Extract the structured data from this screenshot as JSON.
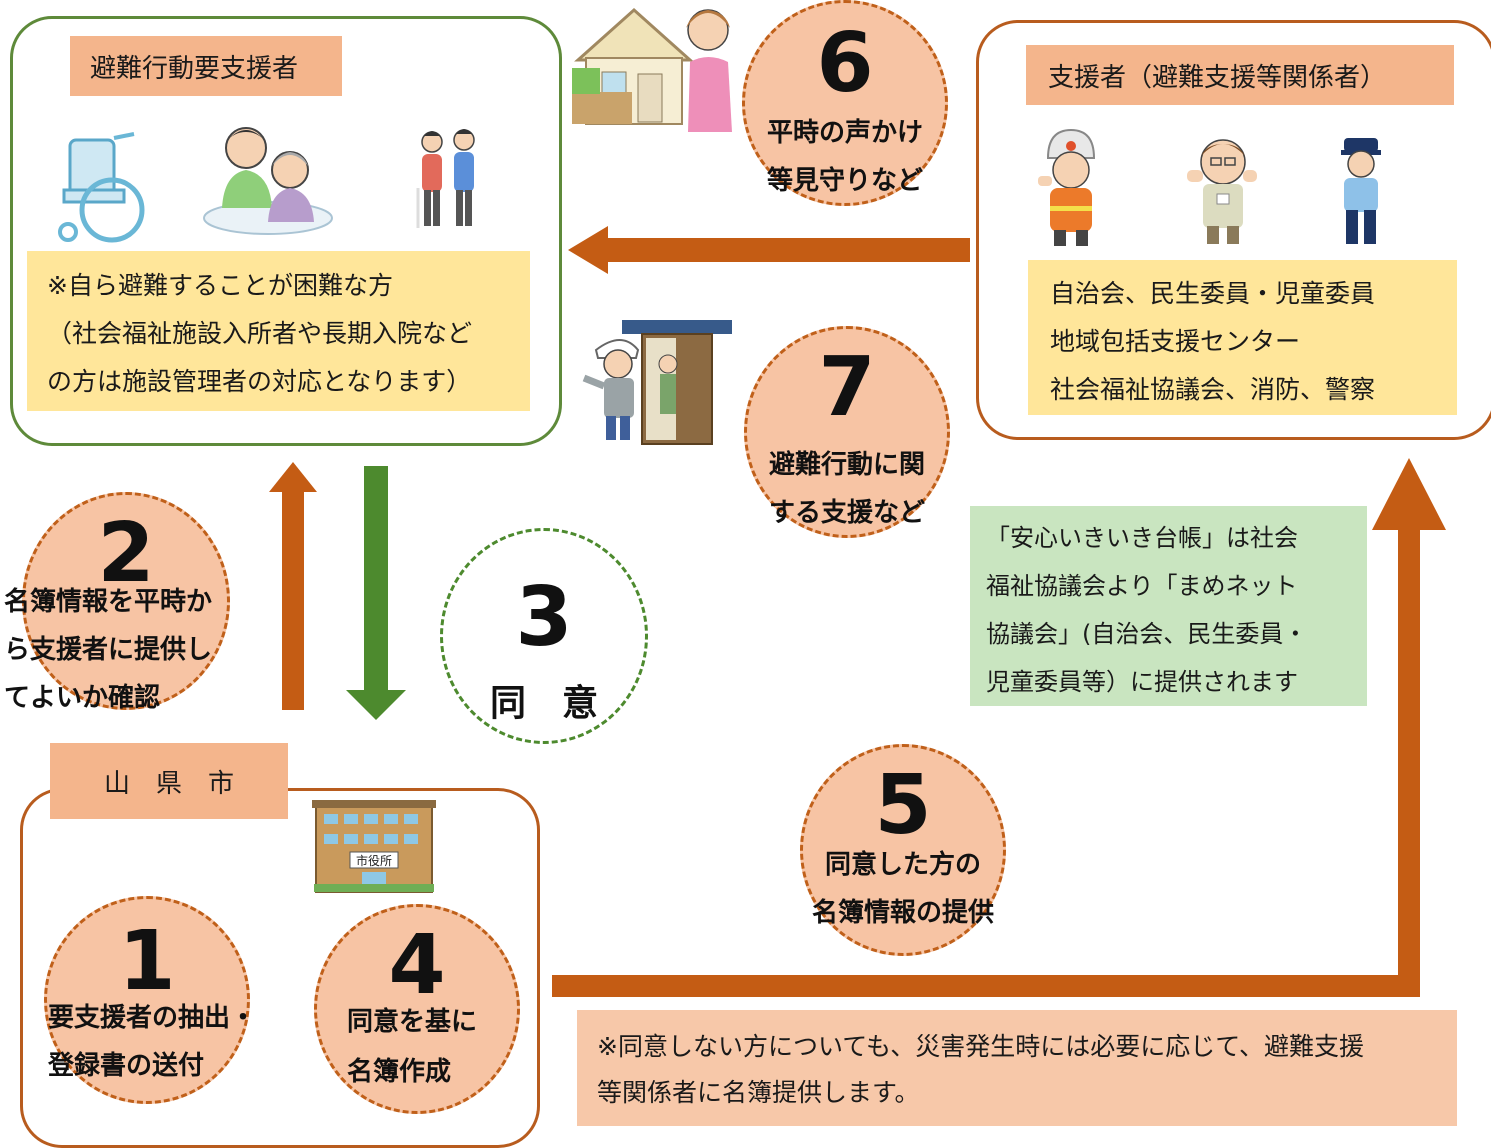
{
  "colors": {
    "green_border": "#5e8a3a",
    "orange_border": "#b85c1e",
    "label_fill": "#f4b58c",
    "yellow_fill": "#ffe69a",
    "circle_fill": "#f7c4a4",
    "green_note_fill": "#c9e5c0",
    "orange_arrow": "#c45c14",
    "green_arrow": "#4d8a2e"
  },
  "requires_support": {
    "label": "避難行動要支援者",
    "note_lines": [
      "※自ら避難することが困難な方",
      "（社会福祉施設入所者や長期入院など",
      "の方は施設管理者の対応となります）"
    ],
    "icons": [
      "wheelchair-icon",
      "caregiver-icon",
      "walking-pair-icon"
    ]
  },
  "supporters": {
    "label": "支援者（避難支援等関係者）",
    "lines": [
      "自治会、民生委員・児童委員",
      "地域包括支援センター",
      "社会福祉協議会、消防、警察"
    ],
    "icons": [
      "firefighter-icon",
      "staff-icon",
      "police-icon"
    ]
  },
  "city": {
    "label": "山　県　市",
    "building_sign": "市役所"
  },
  "steps": {
    "s1": {
      "num": "1",
      "text": "要支援者の抽出・\n登録書の送付"
    },
    "s2": {
      "num": "2",
      "text": "名簿情報を平時か\nら支援者に提供し\nてよいか確認"
    },
    "s3": {
      "num": "3",
      "text": "同　意"
    },
    "s4": {
      "num": "4",
      "text": "同意を基に\n名簿作成"
    },
    "s5": {
      "num": "5",
      "text": "同意した方の\n名簿情報の提供"
    },
    "s6": {
      "num": "6",
      "text": "平時の声かけ\n等見守りなど"
    },
    "s7": {
      "num": "7",
      "text": "避難行動に関\nする支援など"
    }
  },
  "ledger_note": {
    "lines": [
      "「安心いきいき台帳」は社会",
      "福祉協議会より「まめネット",
      "協議会」(自治会、民生委員・",
      "児童委員等）に提供されます"
    ]
  },
  "bottom_note": {
    "lines": [
      "※同意しない方についても、災害発生時には必要に応じて、避難支援",
      "等関係者に名簿提供します。"
    ]
  }
}
